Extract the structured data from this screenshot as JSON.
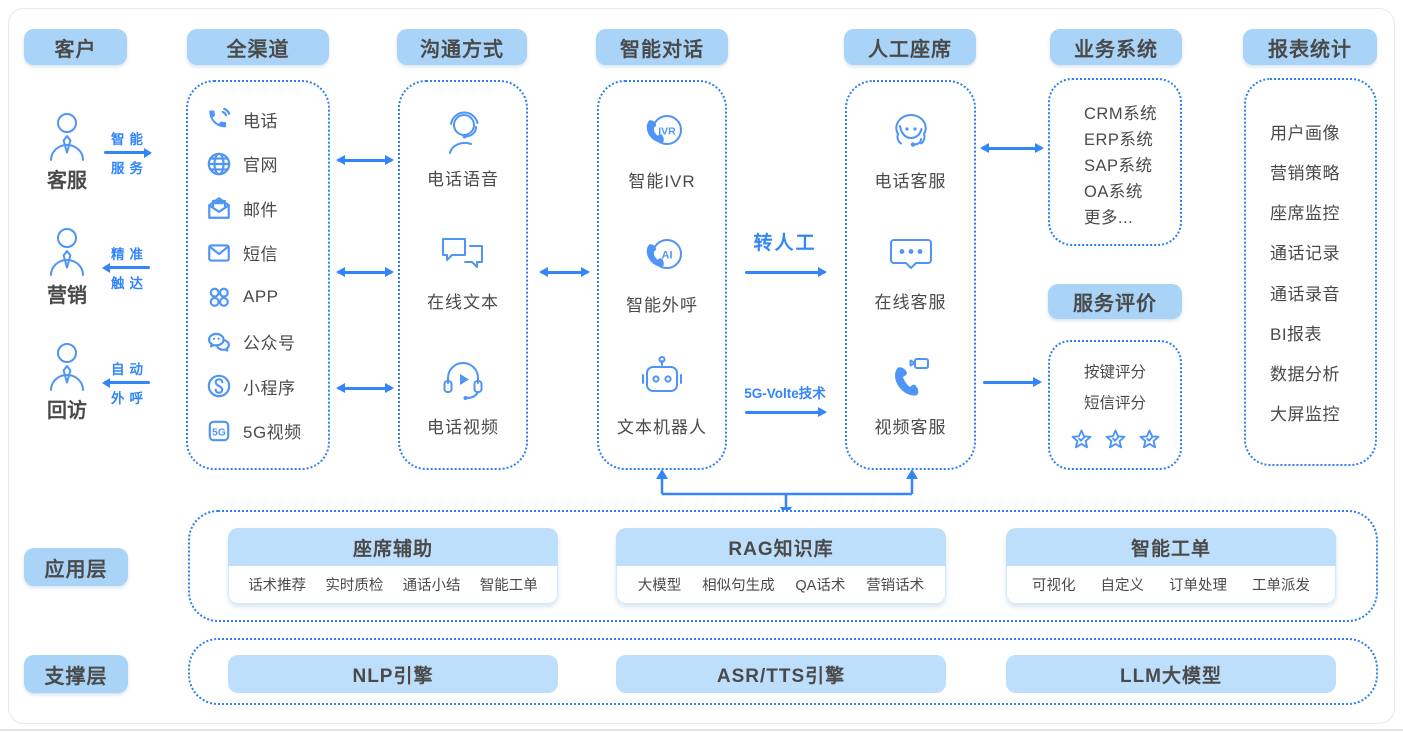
{
  "titles": {
    "customer": "客户",
    "omnichannel": "全渠道",
    "communication": "沟通方式",
    "ai_dialogue": "智能对话",
    "human_agent": "人工座席",
    "business_system": "业务系统",
    "report_stats": "报表统计",
    "service_rating": "服务评价"
  },
  "customer_flows": [
    {
      "name": "客服",
      "line1": "智能",
      "line2": "服务"
    },
    {
      "name": "营销",
      "line1": "精准",
      "line2": "触达"
    },
    {
      "name": "回访",
      "line1": "自动",
      "line2": "外呼"
    }
  ],
  "channels": {
    "items": [
      "电话",
      "官网",
      "邮件",
      "短信",
      "APP",
      "公众号",
      "小程序",
      "5G视频"
    ]
  },
  "communication": {
    "items": [
      "电话语音",
      "在线文本",
      "电话视频"
    ]
  },
  "ai_dialogue": {
    "items": [
      "智能IVR",
      "智能外呼",
      "文本机器人"
    ]
  },
  "human_agent": {
    "items": [
      "电话客服",
      "在线客服",
      "视频客服"
    ]
  },
  "business_system": {
    "items": [
      "CRM系统",
      "ERP系统",
      "SAP系统",
      "OA系统",
      "更多..."
    ]
  },
  "service_rating": {
    "items": [
      "按键评分",
      "短信评分"
    ],
    "stars": 3
  },
  "report_stats": {
    "items": [
      "用户画像",
      "营销策略",
      "座席监控",
      "通话记录",
      "通话录音",
      "BI报表",
      "数据分析",
      "大屏监控"
    ]
  },
  "flows": {
    "to_human": "转人工",
    "volte": "5G-Volte技术"
  },
  "badges": {
    "ivr": "IVR",
    "ai": "AI",
    "g5": "5G"
  },
  "application_layer": {
    "label": "应用层",
    "cards": [
      {
        "title": "座席辅助",
        "items": [
          "话术推荐",
          "实时质检",
          "通话小结",
          "智能工单"
        ]
      },
      {
        "title": "RAG知识库",
        "items": [
          "大模型",
          "相似句生成",
          "QA话术",
          "营销话术"
        ]
      },
      {
        "title": "智能工单",
        "items": [
          "可视化",
          "自定义",
          "订单处理",
          "工单派发"
        ]
      }
    ]
  },
  "support_layer": {
    "label": "支撑层",
    "items": [
      "NLP引擎",
      "ASR/TTS引擎",
      "LLM大模型"
    ]
  },
  "colors": {
    "pill_bg": "#a9d4f7",
    "card_header_bg": "#bedffb",
    "dotted": "#2e7ff0",
    "icon": "#4e95f7",
    "accent": "#3385fa",
    "text": "#4a4a4a"
  }
}
